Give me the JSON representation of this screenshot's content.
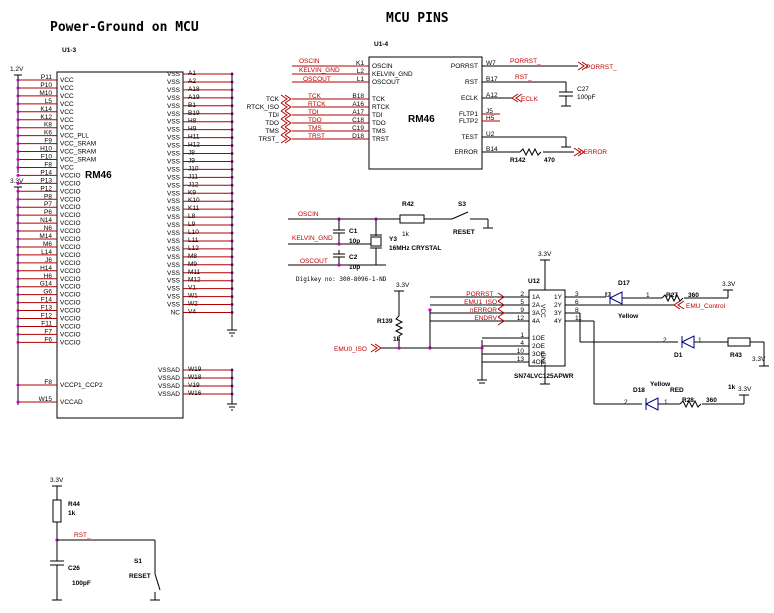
{
  "titles": {
    "power_ground": "Power-Ground on MCU",
    "mcu_pins": "MCU PINS"
  },
  "u1_3": {
    "ref": "U1-3",
    "part": "RM46",
    "vcc_rail": "1.2V",
    "vccio_rail": "3.3V",
    "left_pins": [
      {
        "pin": "P11",
        "name": "VCC"
      },
      {
        "pin": "P10",
        "name": "VCC"
      },
      {
        "pin": "M10",
        "name": "VCC"
      },
      {
        "pin": "L5",
        "name": "VCC"
      },
      {
        "pin": "K14",
        "name": "VCC"
      },
      {
        "pin": "K12",
        "name": "VCC"
      },
      {
        "pin": "K8",
        "name": "VCC"
      },
      {
        "pin": "K6",
        "name": "VCC_PLL"
      },
      {
        "pin": "F9",
        "name": "VCC_SRAM"
      },
      {
        "pin": "H10",
        "name": "VCC_SRAM"
      },
      {
        "pin": "F10",
        "name": "VCC_SRAM"
      },
      {
        "pin": "F8",
        "name": "VCC"
      },
      {
        "pin": "P14",
        "name": "VCCIO"
      },
      {
        "pin": "P13",
        "name": "VCCIO"
      },
      {
        "pin": "P12",
        "name": "VCCIO"
      },
      {
        "pin": "P8",
        "name": "VCCIO"
      },
      {
        "pin": "P7",
        "name": "VCCIO"
      },
      {
        "pin": "P6",
        "name": "VCCIO"
      },
      {
        "pin": "N14",
        "name": "VCCIO"
      },
      {
        "pin": "N6",
        "name": "VCCIO"
      },
      {
        "pin": "M14",
        "name": "VCCIO"
      },
      {
        "pin": "M6",
        "name": "VCCIO"
      },
      {
        "pin": "L14",
        "name": "VCCIO"
      },
      {
        "pin": "J6",
        "name": "VCCIO"
      },
      {
        "pin": "H14",
        "name": "VCCIO"
      },
      {
        "pin": "H6",
        "name": "VCCIO"
      },
      {
        "pin": "G14",
        "name": "VCCIO"
      },
      {
        "pin": "G6",
        "name": "VCCIO"
      },
      {
        "pin": "F14",
        "name": "VCCIO"
      },
      {
        "pin": "F13",
        "name": "VCCIO"
      },
      {
        "pin": "F12",
        "name": "VCCIO"
      },
      {
        "pin": "F11",
        "name": "VCCIO"
      },
      {
        "pin": "F7",
        "name": "VCCIO"
      },
      {
        "pin": "F6",
        "name": "VCCIO"
      }
    ],
    "vccp1": {
      "pin": "F8",
      "name": "VCCP1_CCP2"
    },
    "vccad": {
      "pin": "W15",
      "name": "VCCAD"
    },
    "right_pins": [
      {
        "pin": "A1",
        "name": "VSS"
      },
      {
        "pin": "A2",
        "name": "VSS"
      },
      {
        "pin": "A18",
        "name": "VSS"
      },
      {
        "pin": "A19",
        "name": "VSS"
      },
      {
        "pin": "B1",
        "name": "VSS"
      },
      {
        "pin": "B19",
        "name": "VSS"
      },
      {
        "pin": "H8",
        "name": "VSS"
      },
      {
        "pin": "H9",
        "name": "VSS"
      },
      {
        "pin": "H11",
        "name": "VSS"
      },
      {
        "pin": "H12",
        "name": "VSS"
      },
      {
        "pin": "J8",
        "name": "VSS"
      },
      {
        "pin": "J9",
        "name": "VSS"
      },
      {
        "pin": "J10",
        "name": "VSS"
      },
      {
        "pin": "J11",
        "name": "VSS"
      },
      {
        "pin": "J12",
        "name": "VSS"
      },
      {
        "pin": "K9",
        "name": "VSS"
      },
      {
        "pin": "K10",
        "name": "VSS"
      },
      {
        "pin": "K11",
        "name": "VSS"
      },
      {
        "pin": "L8",
        "name": "VSS"
      },
      {
        "pin": "L9",
        "name": "VSS"
      },
      {
        "pin": "L10",
        "name": "VSS"
      },
      {
        "pin": "L11",
        "name": "VSS"
      },
      {
        "pin": "L12",
        "name": "VSS"
      },
      {
        "pin": "M8",
        "name": "VSS"
      },
      {
        "pin": "M9",
        "name": "VSS"
      },
      {
        "pin": "M11",
        "name": "VSS"
      },
      {
        "pin": "M12",
        "name": "VSS"
      },
      {
        "pin": "V1",
        "name": "VSS"
      },
      {
        "pin": "W1",
        "name": "VSS"
      },
      {
        "pin": "W2",
        "name": "VSS"
      },
      {
        "pin": "V4",
        "name": "NC"
      }
    ],
    "vssad_pins": [
      {
        "pin": "W19",
        "name": "VSSAD"
      },
      {
        "pin": "W18",
        "name": "VSSAD"
      },
      {
        "pin": "V19",
        "name": "VSSAD"
      },
      {
        "pin": "W16",
        "name": "VSSAD"
      }
    ]
  },
  "u1_4": {
    "ref": "U1-4",
    "part": "RM46",
    "left_pins": [
      {
        "net": "OSCIN",
        "pin": "K1",
        "name": "OSCIN"
      },
      {
        "net": "KELVIN_GND",
        "pin": "L2",
        "name": "KELVIN_GND"
      },
      {
        "net": "OSCOUT",
        "pin": "L1",
        "name": "OSCOUT"
      },
      {
        "net": "TCK",
        "pin": "B18",
        "name": "TCK"
      },
      {
        "net": "RTCK",
        "pin": "A16",
        "name": "RTCK"
      },
      {
        "net": "TDI",
        "pin": "A17",
        "name": "TDI"
      },
      {
        "net": "TDO",
        "pin": "C18",
        "name": "TDO"
      },
      {
        "net": "TMS",
        "pin": "C19",
        "name": "TMS"
      },
      {
        "net": "TRST",
        "pin": "D18",
        "name": "TRST"
      }
    ],
    "jtag_labels": [
      "TCK",
      "RTCK_ISO",
      "TDI",
      "TDO",
      "TMS",
      "TRST_"
    ],
    "right_pins": [
      {
        "pin": "W7",
        "name": "PORRST",
        "net": "PORRST_"
      },
      {
        "pin": "B17",
        "name": "RST",
        "net": "RST_"
      },
      {
        "pin": "A12",
        "name": "ECLK",
        "net": ""
      },
      {
        "pin": "J5",
        "name": "FLTP1",
        "net": ""
      },
      {
        "pin": "H5",
        "name": "FLTP2",
        "net": ""
      },
      {
        "pin": "U2",
        "name": "TEST",
        "net": ""
      },
      {
        "pin": "B14",
        "name": "ERROR",
        "net": ""
      }
    ],
    "porrst_port": "PORRST_",
    "eclk_port": "ECLK",
    "nerror_port": "nERROR",
    "c27": {
      "ref": "C27",
      "value": "100pF"
    },
    "r142": {
      "ref": "R142",
      "value": "470"
    }
  },
  "oscillator": {
    "oscin": "OSCIN",
    "kelvin": "KELVIN_GND",
    "oscout": "OSCOUT",
    "c1": {
      "ref": "C1",
      "value": "10p"
    },
    "c2": {
      "ref": "C2",
      "value": "10p"
    },
    "y3": {
      "ref": "Y3",
      "value": "16MHz CRYSTAL"
    },
    "r42": {
      "ref": "R42",
      "value": "1k"
    },
    "s3": {
      "ref": "S3",
      "label": "RESET"
    },
    "digikey": "Digikey no: 300-8096-1-ND"
  },
  "buffer": {
    "ref": "U12",
    "part": "SN74LVC125APWR",
    "vcc": "3.3V",
    "inputs": [
      {
        "net": "PORRST_",
        "pin": "2",
        "name": "1A"
      },
      {
        "net": "EMU1_ISO",
        "pin": "5",
        "name": "2A"
      },
      {
        "net": "nERROR",
        "pin": "9",
        "name": "3A"
      },
      {
        "net": "ENDRV",
        "pin": "12",
        "name": "4A"
      }
    ],
    "oe_pins": [
      {
        "pin": "1",
        "name": "1OE"
      },
      {
        "pin": "4",
        "name": "2OE"
      },
      {
        "pin": "10",
        "name": "3OE"
      },
      {
        "pin": "13",
        "name": "4OE"
      }
    ],
    "outputs": [
      {
        "pin": "3",
        "name": "1Y"
      },
      {
        "pin": "6",
        "name": "2Y"
      },
      {
        "pin": "8",
        "name": "3Y"
      },
      {
        "pin": "11",
        "name": "4Y"
      }
    ],
    "vcc_pin": "VCC",
    "gnd_pin": "GND",
    "emu0": "EMU0_ISO",
    "r139": {
      "ref": "R139",
      "value": "1k",
      "rail": "3.3V"
    }
  },
  "leds": {
    "d17": {
      "ref": "D17",
      "color": "Yellow"
    },
    "r27": {
      "ref": "R27",
      "value": "360",
      "rail": "3.3V"
    },
    "emu_control": "EMU_Control",
    "d1": {
      "ref": "D1",
      "color": "RED"
    },
    "d1_extra": "Yellow",
    "r43": {
      "ref": "R43",
      "value": "1k",
      "rail": "3.3V"
    },
    "d18": {
      "ref": "D18"
    },
    "r28": {
      "ref": "R28",
      "value": "360",
      "rail": "3.3V"
    },
    "pin_labels": {
      "a": "1",
      "k": "2"
    }
  },
  "reset_circuit": {
    "rail": "3.3V",
    "r44": {
      "ref": "R44",
      "value": "1k"
    },
    "net": "RST_",
    "c26": {
      "ref": "C26",
      "value": "100pF"
    },
    "s1": {
      "ref": "S1",
      "label": "RESET"
    }
  },
  "colors": {
    "wire": "#000000",
    "pin": "#b00000",
    "junction": "#c000c0",
    "net_label": "#c00000"
  }
}
